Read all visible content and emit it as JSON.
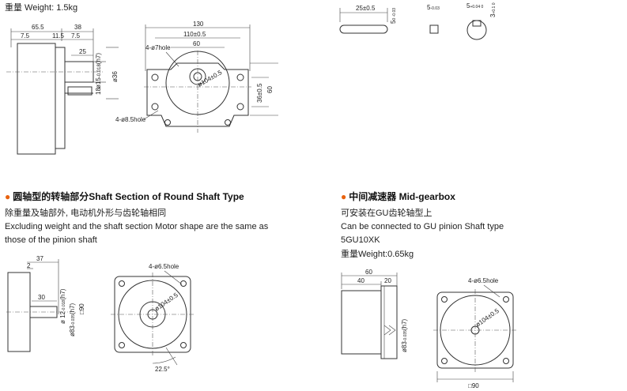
{
  "top_left": {
    "weight": "重量 Weight: 1.5kg",
    "dims": {
      "d65_5": "65.5",
      "d38": "38",
      "d7_5a": "7.5",
      "d11_5": "11.5",
      "d7_5b": "7.5",
      "d25": "25",
      "d15": "ø15",
      "d15_tol": "-0.018",
      "d15_fit": "(h7)",
      "d36": "ø36",
      "d18": "18"
    }
  },
  "top_middle": {
    "dims": {
      "d130": "130",
      "d110": "110±0.5",
      "d60": "60",
      "hole7": "4-ø7hole",
      "d104": "ø104±0.5",
      "d36": "36±0.5",
      "d60v": "60",
      "hole85": "4-ø8.5hole"
    }
  },
  "top_right": {
    "dims": {
      "d25": "25±0.5",
      "d5a": "5",
      "d5a_tol": "0 -0.03",
      "d5b": "5",
      "d5b_tol": "-0.03",
      "d5c": "5",
      "d5c_tol": "+0.04 0",
      "d3": "3",
      "d3_tol": "+0.1 0"
    }
  },
  "round_shaft": {
    "heading": "圆轴型的转轴部分Shaft Section of Round Shaft Type",
    "line1": "除重量及轴部外, 电动机外形与齿轮轴相同",
    "line2": "Excluding weight and the shaft section Motor shape are the same as",
    "line3": "those of the pinion shaft",
    "dims": {
      "d37": "37",
      "d2": "2",
      "d30": "30",
      "d12": "ø 12",
      "d12_tol": "-0.018",
      "d12_fit": "(h7)",
      "d83": "ø83",
      "d83_tol": "-0.035",
      "d83_fit": "(h7)",
      "sq90": "□90",
      "hole65": "4-ø6.5hole",
      "d104": "ø104±0.5",
      "angle": "22.5°"
    }
  },
  "mid_gearbox": {
    "heading": "中间减速器 Mid-gearbox",
    "line1": "可安装在GU齿轮轴型上",
    "line2": "Can be connected to GU pinion Shaft type",
    "line3": "5GU10XK",
    "line4": "重量Weight:0.65kg",
    "dims": {
      "d60": "60",
      "d40": "40",
      "d20": "20",
      "d83": "ø83",
      "d83_tol": "-0.035",
      "d83_fit": "(h7)",
      "hole65": "4-ø6.5hole",
      "d104": "ø104±0.5",
      "sq90": "□90"
    }
  },
  "colors": {
    "bullet": "#e8620e",
    "line": "#333333"
  }
}
